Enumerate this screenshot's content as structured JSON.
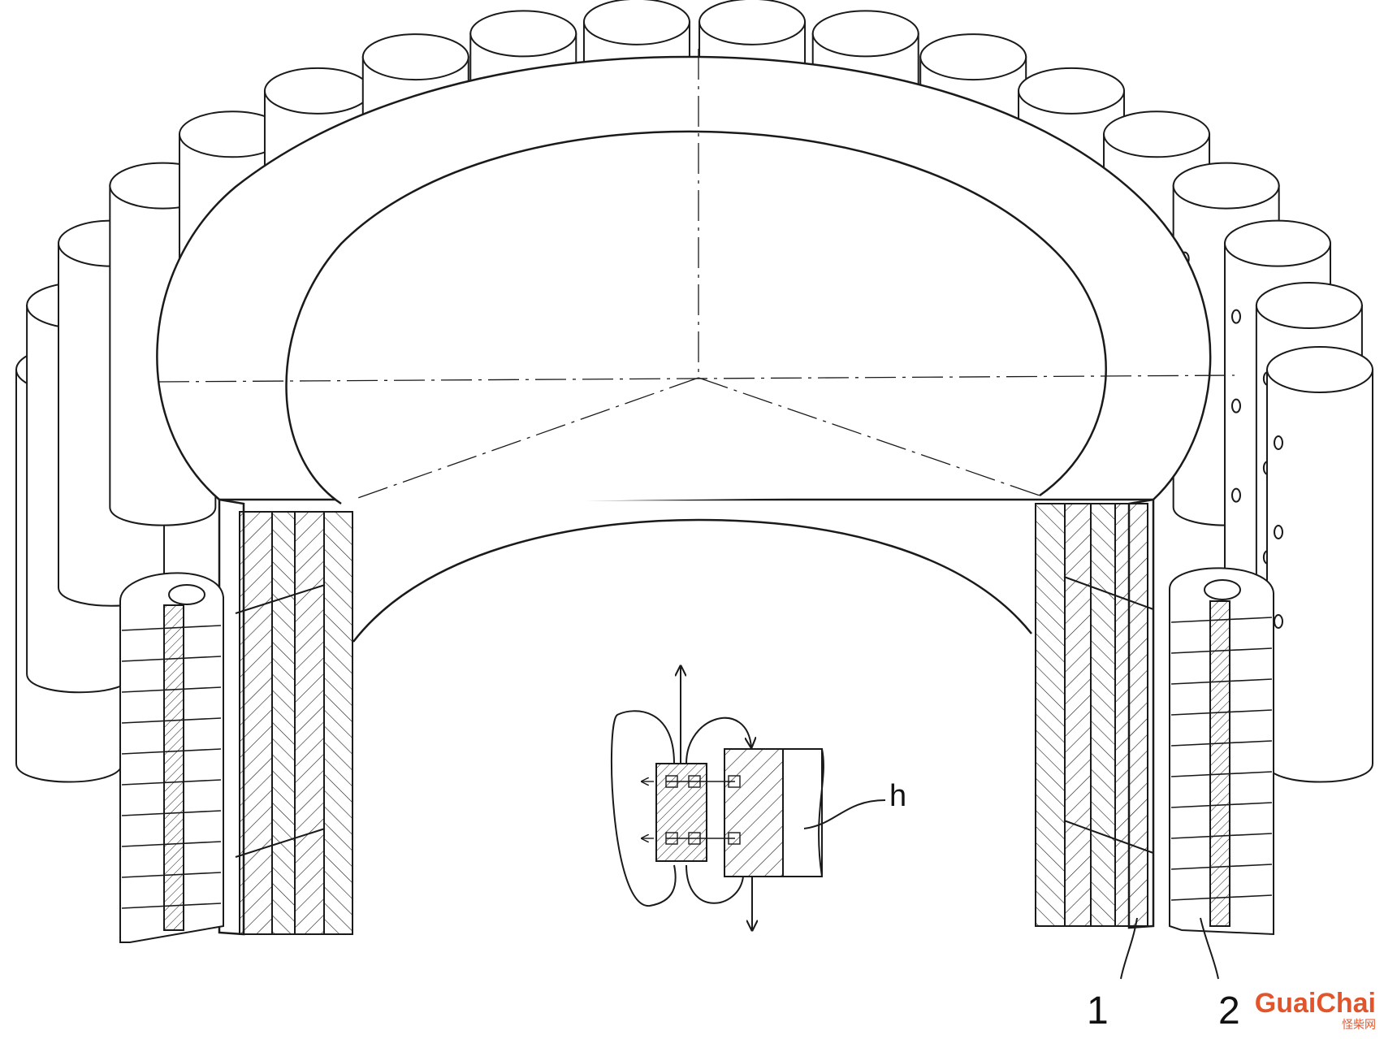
{
  "diagram": {
    "labels": {
      "h": "h",
      "one": "1",
      "two": "2"
    },
    "watermark": {
      "logo": "GuaiChai",
      "sub": "怪柴网"
    },
    "colors": {
      "line": "#1a1a1a",
      "accent": "#e2552b"
    },
    "cylinder_count": 18
  }
}
